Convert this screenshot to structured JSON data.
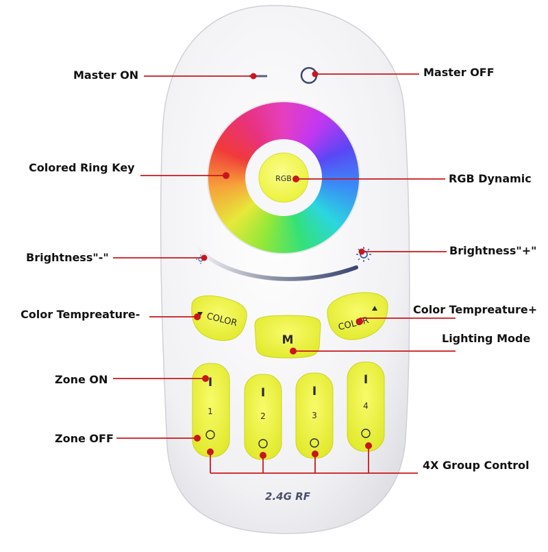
{
  "labels": {
    "master_on": "Master ON",
    "master_off": "Master OFF",
    "colored_ring_key": "Colored Ring Key",
    "rgb_dynamic": "RGB Dynamic",
    "brightness_minus": "Brightness\"-\"",
    "brightness_plus": "Brightness\"+\"",
    "color_temp_minus": "Color Tempreature-",
    "color_temp_plus": "Color Tempreature+",
    "lighting_mode": "Lighting Mode",
    "zone_on": "Zone ON",
    "zone_off": "Zone OFF",
    "group_control": "4X Group Control"
  },
  "remote": {
    "rgb_button": "RGB",
    "color_left": "COLOR",
    "color_right": "COLOR",
    "mode_button": "M",
    "zone_on_symbol": "I",
    "zones": [
      "1",
      "2",
      "3",
      "4"
    ],
    "brand": "2.4G RF"
  },
  "colors": {
    "accent_red": "#c8161d",
    "button_yellow": "#eef53a",
    "remote_body": "#f4f4f6"
  }
}
